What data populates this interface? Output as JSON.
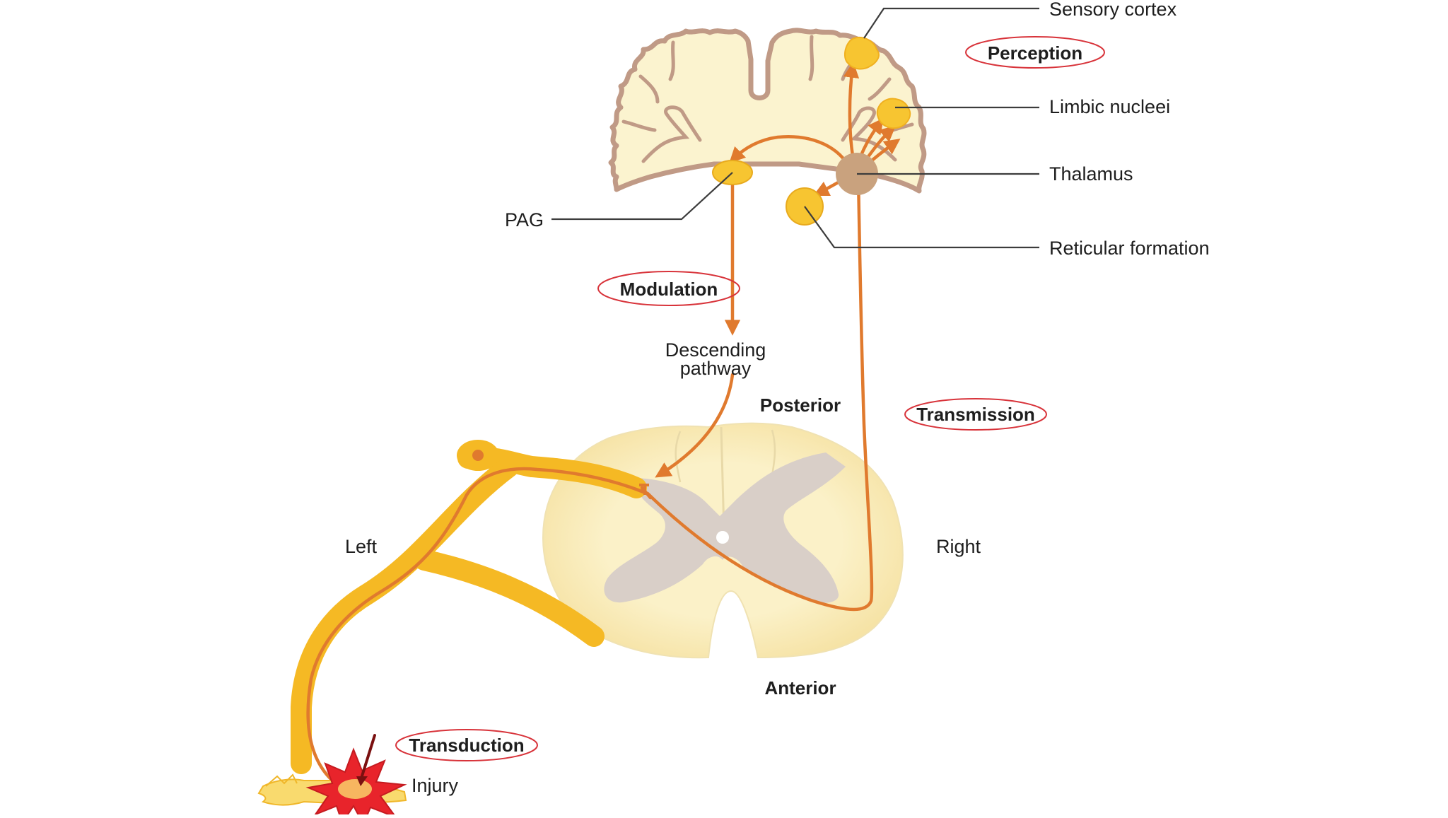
{
  "labels": {
    "sensory_cortex": "Sensory cortex",
    "limbic_nuclei": "Limbic nucleei",
    "thalamus": "Thalamus",
    "reticular_formation": "Reticular formation",
    "pag": "PAG",
    "descending_line1": "Descending",
    "descending_line2": "pathway",
    "posterior": "Posterior",
    "anterior": "Anterior",
    "left": "Left",
    "right": "Right",
    "injury": "Injury"
  },
  "stages": {
    "perception": "Perception",
    "modulation": "Modulation",
    "transmission": "Transmission",
    "transduction": "Transduction"
  },
  "colors": {
    "brain_fill": "#fbf3cf",
    "brain_outline": "#c09a86",
    "nerve": "#f5b924",
    "pathway": "#e07a2e",
    "gray_matter": "#d9cfc8",
    "nucleus_yellow": "#f7c531",
    "thalamus": "#c9a27e",
    "stage_oval": "#d8333a",
    "injury_red": "#e8242b"
  }
}
